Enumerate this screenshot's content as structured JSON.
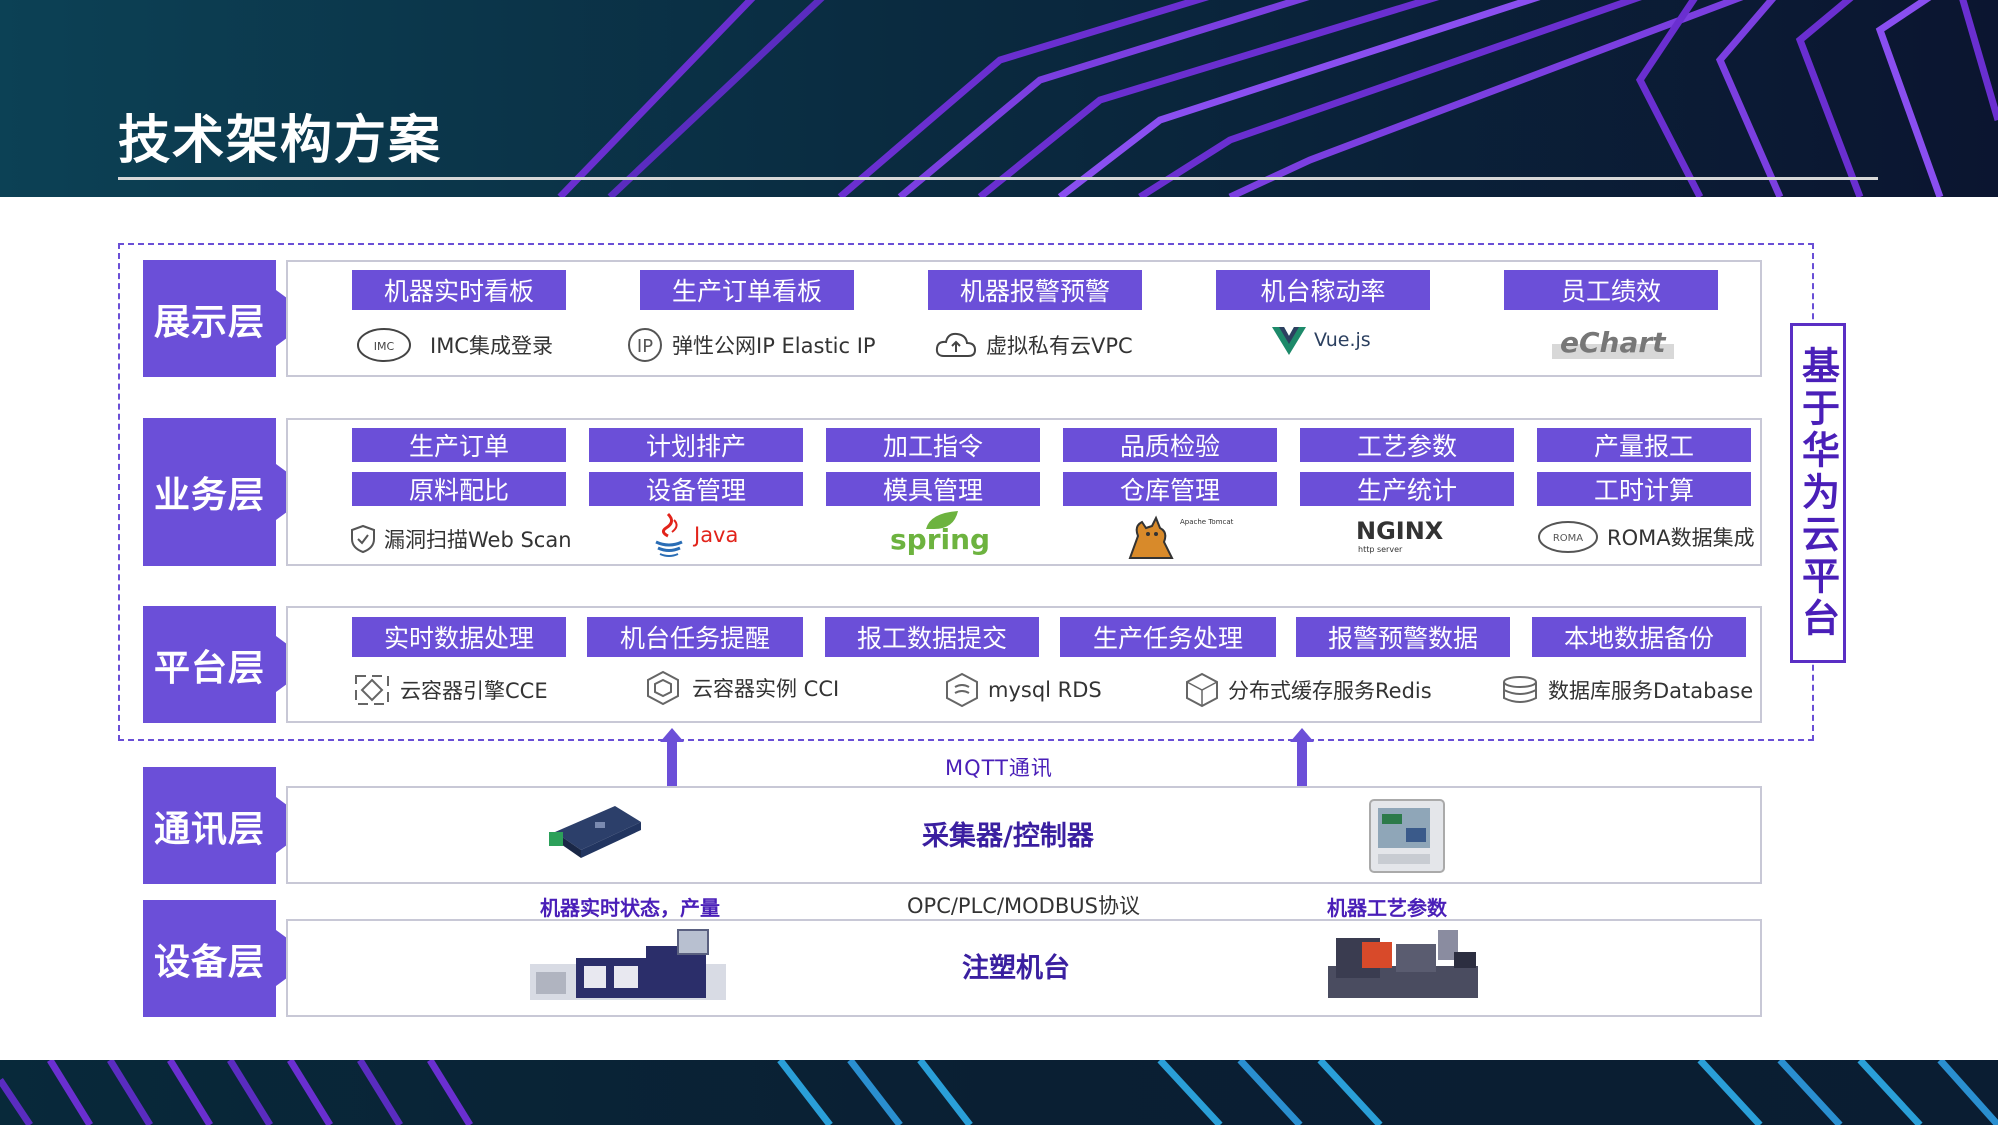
{
  "page": {
    "title": "技术架构方案",
    "side_label": "基于华为云平台"
  },
  "layers": {
    "display": {
      "label": "展示层",
      "chips": [
        "机器实时看板",
        "生产订单看板",
        "机器报警预警",
        "机台稼动率",
        "员工绩效"
      ],
      "services": [
        "IMC集成登录",
        "弹性公网IP Elastic IP",
        "虚拟私有云VPC",
        "Vue.js",
        "eChart"
      ],
      "service_icons": [
        "imc-badge-icon",
        "ip-circle-icon",
        "cloud-icon",
        "vue-logo-icon",
        "echart-logo-icon"
      ],
      "icon_text": {
        "imc": "IMC",
        "ip": "IP"
      }
    },
    "business": {
      "label": "业务层",
      "chips_row1": [
        "生产订单",
        "计划排产",
        "加工指令",
        "品质检验",
        "工艺参数",
        "产量报工"
      ],
      "chips_row2": [
        "原料配比",
        "设备管理",
        "模具管理",
        "仓库管理",
        "生产统计",
        "工时计算"
      ],
      "services": [
        "漏洞扫描Web Scan",
        "Java",
        "spring",
        "Apache Tomcat",
        "NGINX",
        "http server",
        "ROMA数据集成"
      ],
      "service_icons": [
        "shield-icon",
        "java-logo-icon",
        "spring-logo-icon",
        "tomcat-logo-icon",
        "nginx-logo-icon",
        "roma-badge-icon"
      ],
      "icon_text": {
        "roma": "ROMA"
      }
    },
    "platform": {
      "label": "平台层",
      "chips": [
        "实时数据处理",
        "机台任务提醒",
        "报工数据提交",
        "生产任务处理",
        "报警预警数据",
        "本地数据备份"
      ],
      "services": [
        "云容器引擎CCE",
        "云容器实例 CCI",
        "mysql RDS",
        "分布式缓存服务Redis",
        "数据库服务Database"
      ],
      "service_icons": [
        "container-engine-icon",
        "container-instance-icon",
        "rds-icon",
        "redis-hexagon-icon",
        "database-stack-icon"
      ]
    },
    "communication": {
      "label": "通讯层",
      "center": "采集器/控制器",
      "protocol_top": "MQTT通讯",
      "device_icons": [
        "collector-device-icon",
        "controller-panel-icon"
      ]
    },
    "device": {
      "label": "设备层",
      "center": "注塑机台",
      "left_caption": "机器实时状态，产量",
      "mid_caption": "OPC/PLC/MODBUS协议",
      "right_caption": "机器工艺参数",
      "machine_icons": [
        "injection-machine-icon",
        "injection-machine-icon"
      ]
    }
  },
  "colors": {
    "accent": "#6b4fd8",
    "accent_dark": "#4a1fb8",
    "header_bg": "#0a2b40",
    "border": "#c8c8d6"
  }
}
